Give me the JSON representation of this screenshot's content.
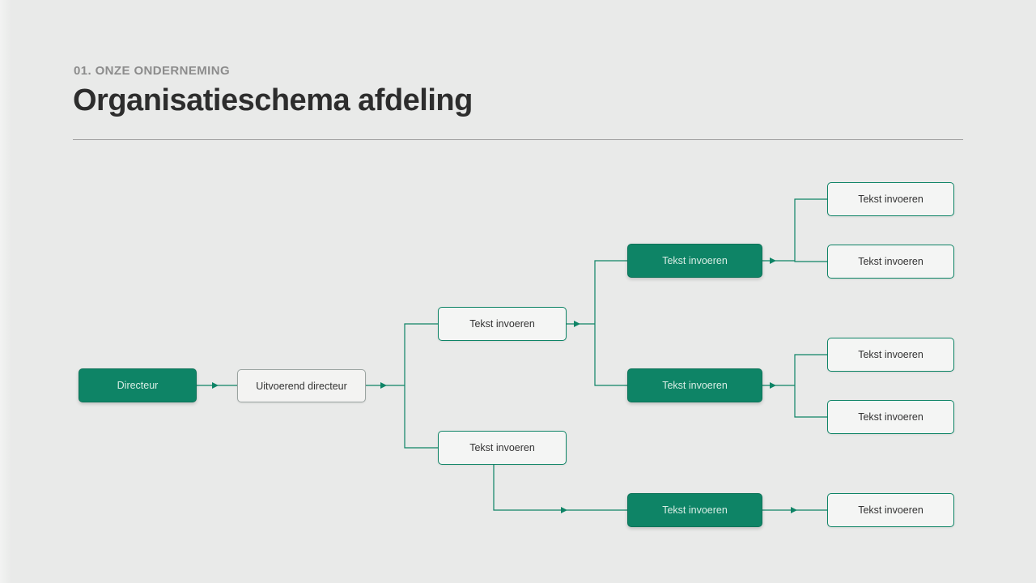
{
  "header": {
    "kicker": "01. ONZE ONDERNEMING",
    "title": "Organisatieschema afdeling"
  },
  "colors": {
    "accent_green": "#0e8466",
    "background": "#e9eae9",
    "kicker_gray": "#8c8c8c",
    "title_dark": "#2d2d2d"
  },
  "orgchart": {
    "nodes": [
      {
        "id": "directeur",
        "label": "Directeur",
        "style": "filled"
      },
      {
        "id": "uitvoerend-directeur",
        "label": "Uitvoerend directeur",
        "style": "outlined-gray"
      },
      {
        "id": "branch-top",
        "label": "Tekst invoeren",
        "style": "outlined"
      },
      {
        "id": "branch-bottom",
        "label": "Tekst invoeren",
        "style": "outlined"
      },
      {
        "id": "team-1",
        "label": "Tekst invoeren",
        "style": "filled"
      },
      {
        "id": "team-2",
        "label": "Tekst invoeren",
        "style": "filled"
      },
      {
        "id": "team-3",
        "label": "Tekst invoeren",
        "style": "filled"
      },
      {
        "id": "leaf-1",
        "label": "Tekst invoeren",
        "style": "outlined"
      },
      {
        "id": "leaf-2",
        "label": "Tekst invoeren",
        "style": "outlined"
      },
      {
        "id": "leaf-3",
        "label": "Tekst invoeren",
        "style": "outlined"
      },
      {
        "id": "leaf-4",
        "label": "Tekst invoeren",
        "style": "outlined"
      },
      {
        "id": "leaf-5",
        "label": "Tekst invoeren",
        "style": "outlined"
      }
    ],
    "edges": [
      {
        "from": "directeur",
        "to": "uitvoerend-directeur"
      },
      {
        "from": "uitvoerend-directeur",
        "to": "branch-top"
      },
      {
        "from": "uitvoerend-directeur",
        "to": "branch-bottom"
      },
      {
        "from": "branch-top",
        "to": "team-1"
      },
      {
        "from": "branch-top",
        "to": "team-2"
      },
      {
        "from": "branch-bottom",
        "to": "team-3"
      },
      {
        "from": "team-1",
        "to": "leaf-1"
      },
      {
        "from": "team-1",
        "to": "leaf-2"
      },
      {
        "from": "team-2",
        "to": "leaf-3"
      },
      {
        "from": "team-2",
        "to": "leaf-4"
      },
      {
        "from": "team-3",
        "to": "leaf-5"
      }
    ]
  }
}
